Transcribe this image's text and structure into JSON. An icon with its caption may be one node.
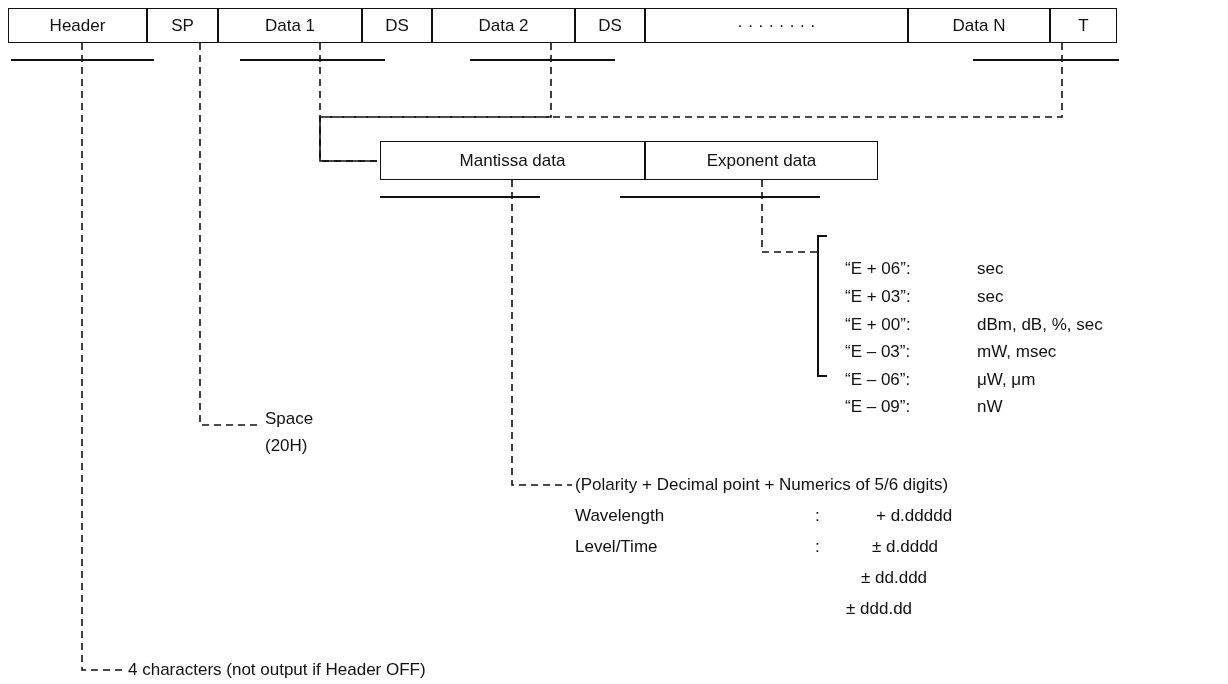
{
  "diagram": {
    "nodes": [
      {
        "text": [
          "Header"
        ]
      },
      {
        "text": [
          "SP"
        ]
      },
      {
        "text": [
          "Data 1"
        ]
      },
      {
        "text": [
          "DS"
        ]
      },
      {
        "text": [
          "Data 2"
        ]
      },
      {
        "text": [
          "DS"
        ]
      },
      {
        "text": [
          "· · · · · · · ·"
        ]
      },
      {
        "text": [
          "Data N"
        ]
      },
      {
        "text": [
          "T"
        ]
      },
      {
        "text": [
          "Mantissa data"
        ]
      },
      {
        "text": [
          "Exponent data"
        ]
      },
      {
        "text": [
          "Space (20H)"
        ]
      },
      {
        "text": [
          "(Polarity + Decimal point + Numerics of 5/6 digits)",
          "Wavelength",
          ":",
          "+ d.ddddd",
          "Level/Time",
          ":",
          "± d.dddd",
          "± dd.ddd",
          "± ddd.dd"
        ]
      },
      {
        "text": [
          "“E + 06”:",
          "sec",
          "“E + 03”:",
          "sec",
          "“E + 00”:",
          "dBm, dB, %,  sec",
          "“E – 03”:",
          "mW, msec",
          "“E – 06”:",
          "μW, μm",
          "“E – 09”:",
          "nW"
        ]
      },
      {
        "text": [
          "4 characters (not output if Header OFF)"
        ]
      }
    ],
    "edges": [
      {
        "from": 0,
        "to": 14,
        "arrow": "none",
        "style": "dashed"
      },
      {
        "from": 1,
        "to": 11,
        "arrow": "none",
        "style": "dashed"
      },
      {
        "from": 2,
        "to": 9,
        "arrow": "none",
        "style": "dashed"
      },
      {
        "from": 4,
        "to": 9,
        "arrow": "none",
        "style": "dashed"
      },
      {
        "from": 7,
        "to": 9,
        "arrow": "none",
        "style": "dashed"
      },
      {
        "from": 9,
        "to": 12,
        "arrow": "none",
        "style": "dashed"
      },
      {
        "from": 10,
        "to": 13,
        "arrow": "none",
        "style": "dashed"
      }
    ]
  }
}
